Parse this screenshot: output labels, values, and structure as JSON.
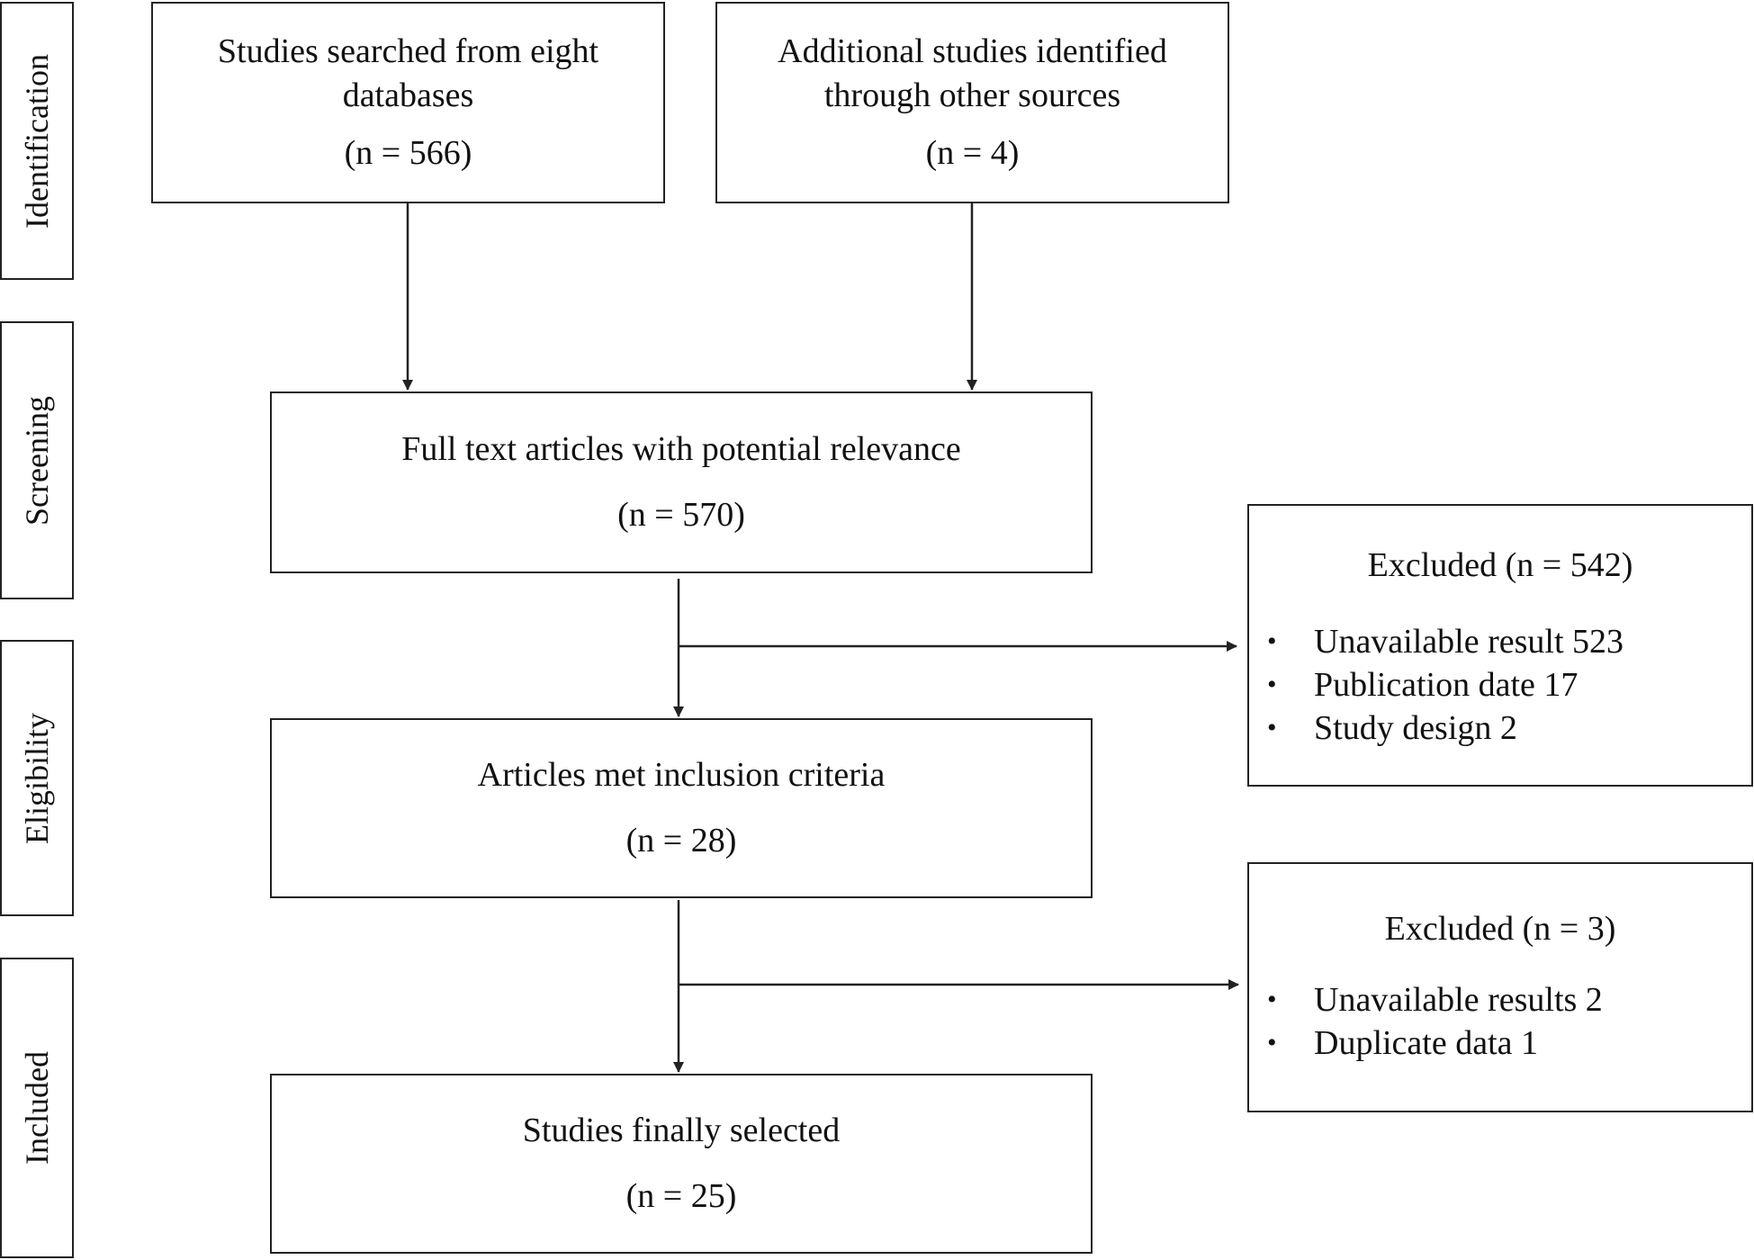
{
  "stages": [
    {
      "key": "identification",
      "label": "Identification"
    },
    {
      "key": "screening",
      "label": "Screening"
    },
    {
      "key": "eligibility",
      "label": "Eligibility"
    },
    {
      "key": "included",
      "label": "Included"
    }
  ],
  "boxes": {
    "databases": {
      "title": "Studies searched from eight\ndatabases",
      "count": "(n = 566)"
    },
    "other_sources": {
      "title": "Additional studies identified\nthrough other sources",
      "count": "(n = 4)"
    },
    "full_text": {
      "title": "Full text articles with potential relevance",
      "count": "(n = 570)"
    },
    "inclusion": {
      "title": "Articles met inclusion criteria",
      "count": "(n = 28)"
    },
    "final": {
      "title": "Studies finally selected",
      "count": "(n = 25)"
    }
  },
  "exclusions": {
    "first": {
      "title": "Excluded (n = 542)",
      "items": [
        "Unavailable result 523",
        "Publication date 17",
        "Study design 2"
      ]
    },
    "second": {
      "title": "Excluded (n = 3)",
      "items": [
        "Unavailable results 2",
        "Duplicate data 1"
      ]
    }
  },
  "bullet_char": "•",
  "line_color": "#222222"
}
